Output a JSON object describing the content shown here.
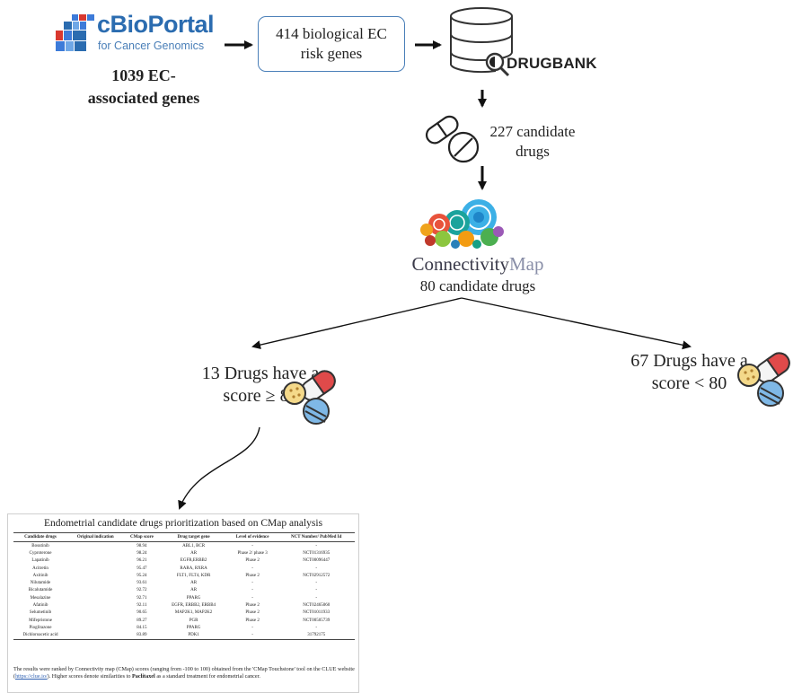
{
  "cbioportal": {
    "name": "cBioPortal",
    "tagline": "for Cancer Genomics",
    "genes_label": "1039 EC-\nassociated genes"
  },
  "risk_genes": {
    "label": "414 biological EC risk genes"
  },
  "drugbank": {
    "name": "DRUGBANK"
  },
  "candidate_227": {
    "label": "227 candidate drugs"
  },
  "cmap": {
    "name_bold": "Connectivity",
    "name_light": "Map",
    "candidates": "80 candidate drugs"
  },
  "branch_high": {
    "label": "13 Drugs have a score ≥ 80"
  },
  "branch_low": {
    "label": "67 Drugs have a score < 80"
  },
  "table": {
    "title": "Endometrial candidate drugs prioritization based on CMap analysis",
    "columns": [
      "Candidate drugs",
      "Original indication",
      "CMap score",
      "Drug target gene",
      "Level of evidence",
      "NCT Number/ PubMed Id"
    ],
    "rows": [
      [
        "Bosutinib",
        "",
        "98.94",
        "ABL1, BCR",
        "-",
        "-"
      ],
      [
        "Cyproterone",
        "",
        "98.24",
        "AR",
        "Phase 2/ phase 3",
        "NCT01316935"
      ],
      [
        "Lapatinib",
        "",
        "96.21",
        "EGFR,ERBB2",
        "Phase 2",
        "NCT00096447"
      ],
      [
        "Acitretin",
        "",
        "95.47",
        "RARA, RXRA",
        "-",
        "-"
      ],
      [
        "Axitinib",
        "",
        "95.24",
        "FLT1, FLT4, KDR",
        "Phase 2",
        "NCT02912572"
      ],
      [
        "Nilutamide",
        "",
        "93.61",
        "AR",
        "-",
        "-"
      ],
      [
        "Bicalutamide",
        "",
        "92.72",
        "AR",
        "-",
        "-"
      ],
      [
        "Mesalazine",
        "",
        "92.71",
        "PPARG",
        "-",
        "-"
      ],
      [
        "Afatinib",
        "",
        "92.11",
        "EGFR, ERBB2, ERBB4",
        "Phase 2",
        "NCT02465060"
      ],
      [
        "Selumetinib",
        "",
        "90.65",
        "MAP2K1, MAP2K2",
        "Phase 2",
        "NCT01011933"
      ],
      [
        "Mifepristone",
        "",
        "89.27",
        "PGR",
        "Phase 2",
        "NCT00505739"
      ],
      [
        "Pioglitazone",
        "",
        "84.15",
        "PPARG",
        "-",
        "-"
      ],
      [
        "Dichloroacetic acid",
        "",
        "83.89",
        "PDK1",
        "-",
        "31792175"
      ]
    ],
    "footnote_a": "The results were ranked by Connectivity map (CMap) scores (ranging from -100 to 100) obtained from the 'CMap Touchstone' tool on the CLUE website (",
    "footnote_link": "https://clue.io/",
    "footnote_b": "). Higher scores denote similarities to ",
    "footnote_bold": "Paclitaxel",
    "footnote_c": " as a standard treatment for endometrial cancer."
  },
  "colors": {
    "box_border": "#4a7fb8",
    "cbio_blue": "#2b6cb0",
    "cbio_red": "#d9382f",
    "pill_red": "#e04a4a",
    "pill_blue": "#5fa8e0"
  }
}
